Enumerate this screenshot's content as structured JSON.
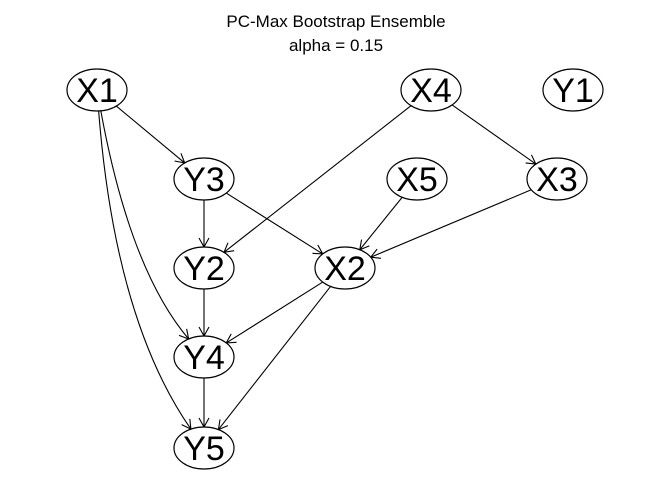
{
  "title": "PC-Max Bootstrap Ensemble",
  "subtitle": "alpha = 0.15",
  "nodes": [
    {
      "id": "X1",
      "label": "X1"
    },
    {
      "id": "X4",
      "label": "X4"
    },
    {
      "id": "Y1",
      "label": "Y1"
    },
    {
      "id": "Y3",
      "label": "Y3"
    },
    {
      "id": "X5",
      "label": "X5"
    },
    {
      "id": "X3",
      "label": "X3"
    },
    {
      "id": "Y2",
      "label": "Y2"
    },
    {
      "id": "X2",
      "label": "X2"
    },
    {
      "id": "Y4",
      "label": "Y4"
    },
    {
      "id": "Y5",
      "label": "Y5"
    }
  ],
  "edges": [
    {
      "from": "X1",
      "to": "Y3"
    },
    {
      "from": "X1",
      "to": "Y4"
    },
    {
      "from": "X1",
      "to": "Y5"
    },
    {
      "from": "X4",
      "to": "Y2"
    },
    {
      "from": "X4",
      "to": "X3"
    },
    {
      "from": "Y3",
      "to": "Y2"
    },
    {
      "from": "Y3",
      "to": "X2"
    },
    {
      "from": "X5",
      "to": "X2"
    },
    {
      "from": "X3",
      "to": "X2"
    },
    {
      "from": "Y2",
      "to": "Y4"
    },
    {
      "from": "X2",
      "to": "Y4"
    },
    {
      "from": "X2",
      "to": "Y5"
    },
    {
      "from": "Y4",
      "to": "Y5"
    }
  ]
}
